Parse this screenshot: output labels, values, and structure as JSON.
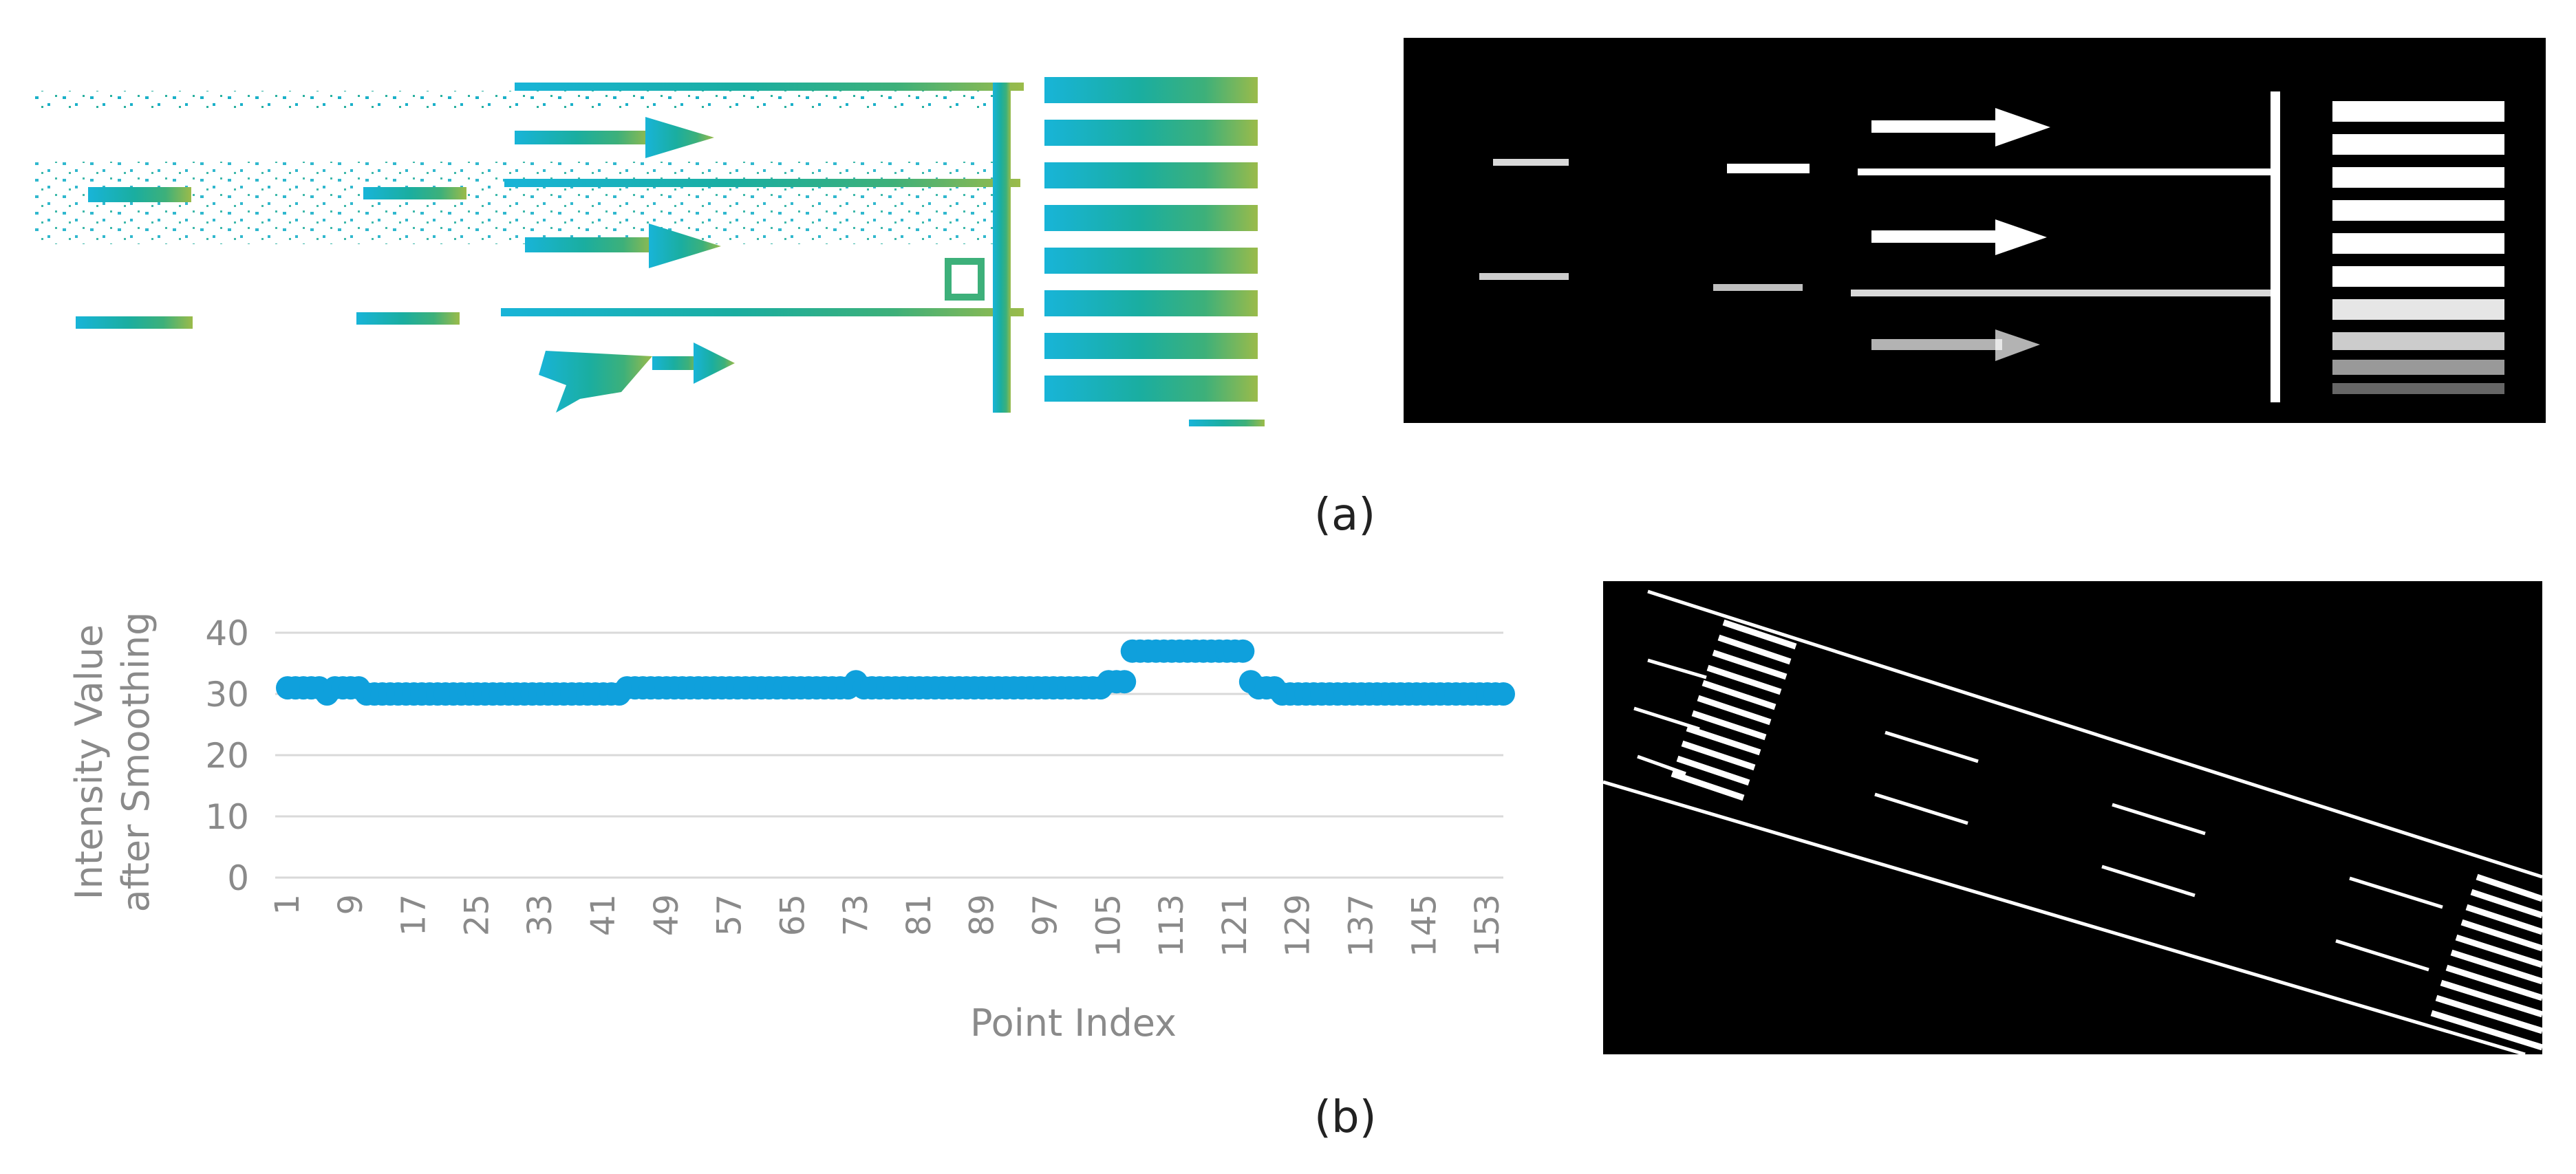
{
  "figure": {
    "label_a": "(a)",
    "label_b": "(b)"
  },
  "chart_data": {
    "type": "scatter",
    "xlabel": "Point Index",
    "ylabel_line1": "Intensity Value",
    "ylabel_line2": "after Smoothing",
    "ylim": [
      0,
      40
    ],
    "xlim": [
      1,
      155
    ],
    "y_ticks": [
      0,
      10,
      20,
      30,
      40
    ],
    "x_ticks": [
      1,
      9,
      17,
      25,
      33,
      41,
      49,
      57,
      65,
      73,
      81,
      89,
      97,
      105,
      113,
      121,
      129,
      137,
      145,
      153
    ],
    "grid": true,
    "series_color": "#0fa0dc",
    "points": [
      [
        1,
        31
      ],
      [
        2,
        31
      ],
      [
        3,
        31
      ],
      [
        4,
        31
      ],
      [
        5,
        31
      ],
      [
        6,
        30
      ],
      [
        7,
        31
      ],
      [
        8,
        31
      ],
      [
        9,
        31
      ],
      [
        10,
        31
      ],
      [
        11,
        30
      ],
      [
        12,
        30
      ],
      [
        13,
        30
      ],
      [
        14,
        30
      ],
      [
        15,
        30
      ],
      [
        16,
        30
      ],
      [
        17,
        30
      ],
      [
        18,
        30
      ],
      [
        19,
        30
      ],
      [
        20,
        30
      ],
      [
        21,
        30
      ],
      [
        22,
        30
      ],
      [
        23,
        30
      ],
      [
        24,
        30
      ],
      [
        25,
        30
      ],
      [
        26,
        30
      ],
      [
        27,
        30
      ],
      [
        28,
        30
      ],
      [
        29,
        30
      ],
      [
        30,
        30
      ],
      [
        31,
        30
      ],
      [
        32,
        30
      ],
      [
        33,
        30
      ],
      [
        34,
        30
      ],
      [
        35,
        30
      ],
      [
        36,
        30
      ],
      [
        37,
        30
      ],
      [
        38,
        30
      ],
      [
        39,
        30
      ],
      [
        40,
        30
      ],
      [
        41,
        30
      ],
      [
        42,
        30
      ],
      [
        43,
        30
      ],
      [
        44,
        31
      ],
      [
        45,
        31
      ],
      [
        46,
        31
      ],
      [
        47,
        31
      ],
      [
        48,
        31
      ],
      [
        49,
        31
      ],
      [
        50,
        31
      ],
      [
        51,
        31
      ],
      [
        52,
        31
      ],
      [
        53,
        31
      ],
      [
        54,
        31
      ],
      [
        55,
        31
      ],
      [
        56,
        31
      ],
      [
        57,
        31
      ],
      [
        58,
        31
      ],
      [
        59,
        31
      ],
      [
        60,
        31
      ],
      [
        61,
        31
      ],
      [
        62,
        31
      ],
      [
        63,
        31
      ],
      [
        64,
        31
      ],
      [
        65,
        31
      ],
      [
        66,
        31
      ],
      [
        67,
        31
      ],
      [
        68,
        31
      ],
      [
        69,
        31
      ],
      [
        70,
        31
      ],
      [
        71,
        31
      ],
      [
        72,
        31
      ],
      [
        73,
        32
      ],
      [
        74,
        31
      ],
      [
        75,
        31
      ],
      [
        76,
        31
      ],
      [
        77,
        31
      ],
      [
        78,
        31
      ],
      [
        79,
        31
      ],
      [
        80,
        31
      ],
      [
        81,
        31
      ],
      [
        82,
        31
      ],
      [
        83,
        31
      ],
      [
        84,
        31
      ],
      [
        85,
        31
      ],
      [
        86,
        31
      ],
      [
        87,
        31
      ],
      [
        88,
        31
      ],
      [
        89,
        31
      ],
      [
        90,
        31
      ],
      [
        91,
        31
      ],
      [
        92,
        31
      ],
      [
        93,
        31
      ],
      [
        94,
        31
      ],
      [
        95,
        31
      ],
      [
        96,
        31
      ],
      [
        97,
        31
      ],
      [
        98,
        31
      ],
      [
        99,
        31
      ],
      [
        100,
        31
      ],
      [
        101,
        31
      ],
      [
        102,
        31
      ],
      [
        103,
        31
      ],
      [
        104,
        31
      ],
      [
        105,
        32
      ],
      [
        106,
        32
      ],
      [
        107,
        32
      ],
      [
        108,
        37
      ],
      [
        109,
        37
      ],
      [
        110,
        37
      ],
      [
        111,
        37
      ],
      [
        112,
        37
      ],
      [
        113,
        37
      ],
      [
        114,
        37
      ],
      [
        115,
        37
      ],
      [
        116,
        37
      ],
      [
        117,
        37
      ],
      [
        118,
        37
      ],
      [
        119,
        37
      ],
      [
        120,
        37
      ],
      [
        121,
        37
      ],
      [
        122,
        37
      ],
      [
        123,
        32
      ],
      [
        124,
        31
      ],
      [
        125,
        31
      ],
      [
        126,
        31
      ],
      [
        127,
        30
      ],
      [
        128,
        30
      ],
      [
        129,
        30
      ],
      [
        130,
        30
      ],
      [
        131,
        30
      ],
      [
        132,
        30
      ],
      [
        133,
        30
      ],
      [
        134,
        30
      ],
      [
        135,
        30
      ],
      [
        136,
        30
      ],
      [
        137,
        30
      ],
      [
        138,
        30
      ],
      [
        139,
        30
      ],
      [
        140,
        30
      ],
      [
        141,
        30
      ],
      [
        142,
        30
      ],
      [
        143,
        30
      ],
      [
        144,
        30
      ],
      [
        145,
        30
      ],
      [
        146,
        30
      ],
      [
        147,
        30
      ],
      [
        148,
        30
      ],
      [
        149,
        30
      ],
      [
        150,
        30
      ],
      [
        151,
        30
      ],
      [
        152,
        30
      ],
      [
        153,
        30
      ],
      [
        154,
        30
      ],
      [
        155,
        30
      ]
    ]
  }
}
